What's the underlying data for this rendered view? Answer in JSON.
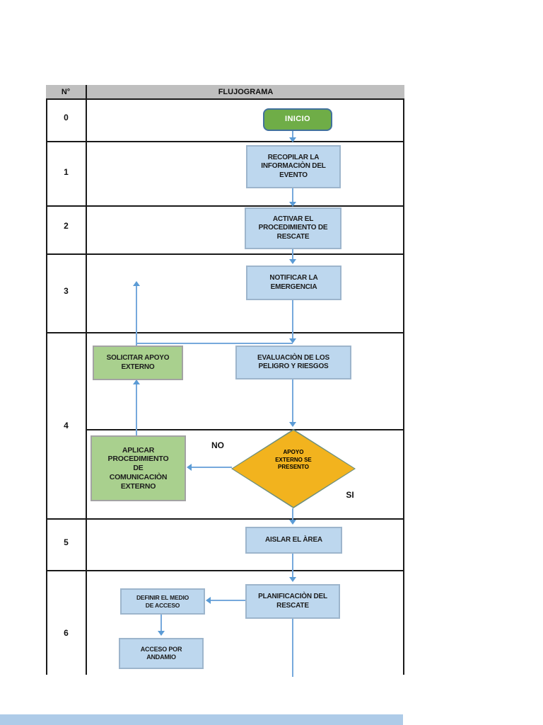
{
  "header": {
    "col_num": "N°",
    "col_flow": "FLUJOGRAMA"
  },
  "rows": {
    "r0": "0",
    "r1": "1",
    "r2": "2",
    "r3": "3",
    "r4": "4",
    "r5": "5",
    "r6": "6"
  },
  "nodes": {
    "inicio": "INICIO",
    "recopilar": "RECOPILAR LA\nINFORMACIÒN DEL\nEVENTO",
    "activar": "ACTIVAR EL\nPROCEDIMIENTO DE\nRESCATE",
    "notificar": "NOTIFICAR LA\nEMERGENCIA",
    "evaluacion": "EVALUACIÒN DE LOS\nPELIGRO Y RIESGOS",
    "solicitar": "SOLICITAR APOYO\nEXTERNO",
    "aplicar": "APLICAR\nPROCEDIMIENTO\nDE\nCOMUNICACIÒN\nEXTERNO",
    "decision": "APOYO\nEXTERNO SE\nPRESENTO",
    "aislar": "AISLAR EL ÀREA",
    "planificacion": "PLANIFICACIÒN DEL\nRESCATE",
    "definir": "DEFINIR EL MEDIO\nDE ACCESO",
    "acceso": "ACCESO POR\nANDAMIO"
  },
  "branch_labels": {
    "no": "NO",
    "si": "SI"
  },
  "colors": {
    "start_fill": "#6FAD47",
    "start_border": "#41719C",
    "process_fill": "#BDD7EE",
    "process_border": "#9DB5CC",
    "alt_fill": "#A9D08E",
    "alt_border": "#A3A3A3",
    "decision_fill": "#F2B31E",
    "decision_border": "#6E8F7C",
    "connector": "#76A9DC",
    "header_fill": "#BFBFBF",
    "grid": "#1A1A1A"
  }
}
